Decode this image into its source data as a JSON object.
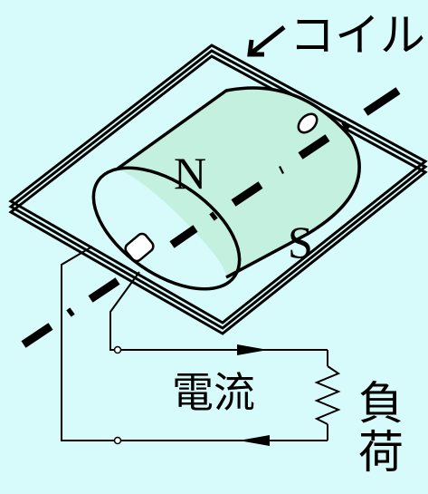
{
  "labels": {
    "coil": "コイル",
    "pole_n": "N",
    "pole_s": "S",
    "current": "電流",
    "load": "負荷"
  },
  "colors": {
    "background": "#d7fbfb",
    "magnet_fill": "#c3f0df",
    "stroke": "#000000"
  },
  "icons": {
    "coil_pointer": "arrow-icon",
    "current_direction": "arrowhead-icon",
    "load": "resistor-icon"
  }
}
